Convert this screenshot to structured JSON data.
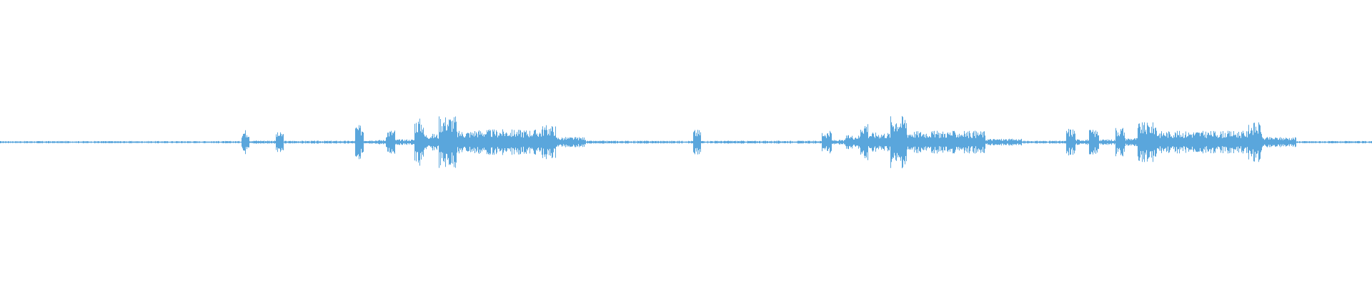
{
  "waveform": {
    "color": "#5aa6dc",
    "baseline_color": "#5aa6dc",
    "baseline_amplitude": 0.004,
    "segments": [
      {
        "start": 0.0,
        "end": 0.176,
        "amplitude": 0.004
      },
      {
        "start": 0.176,
        "end": 0.182,
        "amplitude": 0.045
      },
      {
        "start": 0.182,
        "end": 0.201,
        "amplitude": 0.006
      },
      {
        "start": 0.201,
        "end": 0.207,
        "amplitude": 0.035
      },
      {
        "start": 0.207,
        "end": 0.259,
        "amplitude": 0.005
      },
      {
        "start": 0.259,
        "end": 0.265,
        "amplitude": 0.06
      },
      {
        "start": 0.265,
        "end": 0.281,
        "amplitude": 0.008
      },
      {
        "start": 0.281,
        "end": 0.288,
        "amplitude": 0.045
      },
      {
        "start": 0.288,
        "end": 0.302,
        "amplitude": 0.01
      },
      {
        "start": 0.302,
        "end": 0.309,
        "amplitude": 0.085
      },
      {
        "start": 0.309,
        "end": 0.32,
        "amplitude": 0.03
      },
      {
        "start": 0.32,
        "end": 0.333,
        "amplitude": 0.095
      },
      {
        "start": 0.333,
        "end": 0.345,
        "amplitude": 0.04
      },
      {
        "start": 0.345,
        "end": 0.395,
        "amplitude": 0.045
      },
      {
        "start": 0.395,
        "end": 0.405,
        "amplitude": 0.06
      },
      {
        "start": 0.405,
        "end": 0.427,
        "amplitude": 0.018
      },
      {
        "start": 0.427,
        "end": 0.505,
        "amplitude": 0.005
      },
      {
        "start": 0.505,
        "end": 0.511,
        "amplitude": 0.045
      },
      {
        "start": 0.511,
        "end": 0.599,
        "amplitude": 0.005
      },
      {
        "start": 0.599,
        "end": 0.606,
        "amplitude": 0.04
      },
      {
        "start": 0.606,
        "end": 0.616,
        "amplitude": 0.008
      },
      {
        "start": 0.616,
        "end": 0.627,
        "amplitude": 0.025
      },
      {
        "start": 0.627,
        "end": 0.633,
        "amplitude": 0.075
      },
      {
        "start": 0.633,
        "end": 0.649,
        "amplitude": 0.035
      },
      {
        "start": 0.649,
        "end": 0.661,
        "amplitude": 0.095
      },
      {
        "start": 0.661,
        "end": 0.718,
        "amplitude": 0.04
      },
      {
        "start": 0.718,
        "end": 0.745,
        "amplitude": 0.012
      },
      {
        "start": 0.745,
        "end": 0.777,
        "amplitude": 0.005
      },
      {
        "start": 0.777,
        "end": 0.784,
        "amplitude": 0.05
      },
      {
        "start": 0.784,
        "end": 0.794,
        "amplitude": 0.01
      },
      {
        "start": 0.794,
        "end": 0.801,
        "amplitude": 0.045
      },
      {
        "start": 0.801,
        "end": 0.813,
        "amplitude": 0.01
      },
      {
        "start": 0.813,
        "end": 0.82,
        "amplitude": 0.055
      },
      {
        "start": 0.82,
        "end": 0.829,
        "amplitude": 0.015
      },
      {
        "start": 0.829,
        "end": 0.843,
        "amplitude": 0.07
      },
      {
        "start": 0.843,
        "end": 0.91,
        "amplitude": 0.04
      },
      {
        "start": 0.91,
        "end": 0.92,
        "amplitude": 0.07
      },
      {
        "start": 0.92,
        "end": 0.945,
        "amplitude": 0.018
      },
      {
        "start": 0.945,
        "end": 1.0,
        "amplitude": 0.004
      }
    ]
  }
}
